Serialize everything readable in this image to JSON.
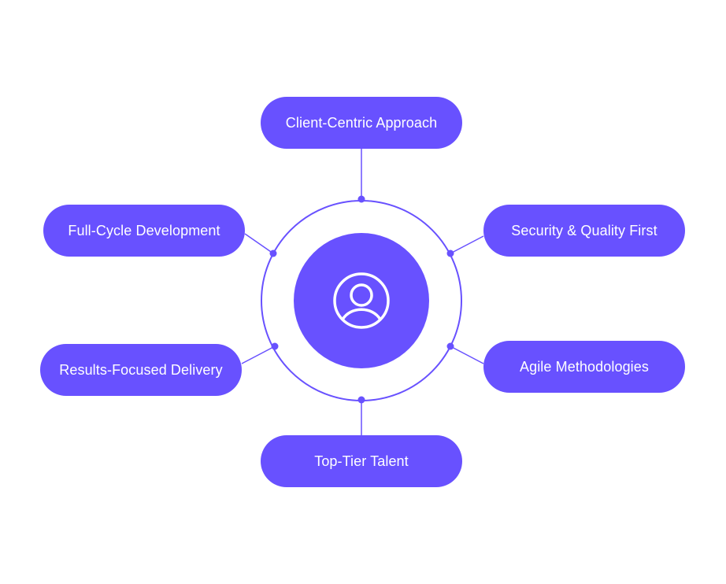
{
  "colors": {
    "accent": "#6851FF",
    "text": "#FFFFFF"
  },
  "center": {
    "icon": "user-circle-icon"
  },
  "nodes": [
    {
      "label": "Client-Centric Approach"
    },
    {
      "label": "Full-Cycle Development"
    },
    {
      "label": "Security & Quality First"
    },
    {
      "label": "Results-Focused Delivery"
    },
    {
      "label": "Agile Methodologies"
    },
    {
      "label": "Top-Tier Talent"
    }
  ]
}
